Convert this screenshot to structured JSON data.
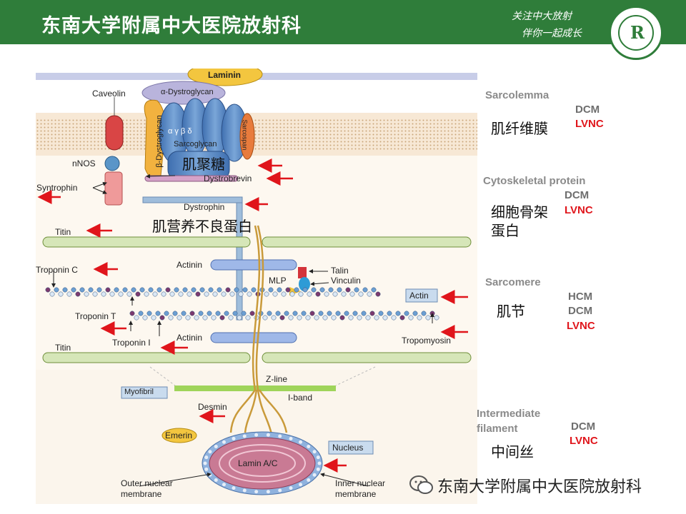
{
  "header": {
    "title": "东南大学附属中大医院放射科",
    "slogan_line1": "关注中大放射",
    "slogan_line2": "伴你一起成长",
    "logo_letter": "R"
  },
  "diagram": {
    "labels": {
      "laminin": "Laminin",
      "caveolin": "Caveolin",
      "alpha_dystroglycan": "α-Dystroglycan",
      "beta_dystroglycan": "β-Dystroglycan",
      "sarcoglycan": "Sarcoglycan",
      "sarcospan": "Sarcospan",
      "greek": "α  γ  β  δ",
      "nnos": "nNOS",
      "syntrophin": "Syntrophin",
      "dystrobrevin": "Dystrobrevin",
      "dystrophin": "Dystrophin",
      "titin_top": "Titin",
      "actinin_top": "Actinin",
      "talin": "Talin",
      "mlp": "MLP",
      "vinculin": "Vinculin",
      "troponin_c": "Troponin C",
      "actin": "Actin",
      "troponin_t": "Troponin T",
      "troponin_i": "Troponin I",
      "actinin_bottom": "Actinin",
      "tropomyosin": "Tropomyosin",
      "titin_bottom": "Titin",
      "z_line": "Z-line",
      "myofibril": "Myofibril",
      "i_band": "I-band",
      "desmin": "Desmin",
      "emerin": "Emerin",
      "nucleus": "Nucleus",
      "lamin": "Lamin A/C",
      "outer_membrane": "Outer nuclear\nmembrane",
      "inner_membrane": "Inner nuclear\nmembrane"
    },
    "cn_labels": {
      "sarcoglycan_cn": "肌聚糖",
      "dystrophin_cn": "肌营养不良蛋白"
    }
  },
  "side_panel": {
    "sections": [
      {
        "heading": "Sarcolemma",
        "cn": "肌纤维膜",
        "codes": [
          "DCM",
          "LVNC"
        ]
      },
      {
        "heading": "Cytoskeletal protein",
        "cn": "细胞骨架\n蛋白",
        "codes": [
          "DCM",
          "LVNC"
        ]
      },
      {
        "heading": "Sarcomere",
        "cn": "肌节",
        "codes": [
          "HCM",
          "DCM",
          "LVNC"
        ]
      },
      {
        "heading": "Intermediate\nfilament",
        "cn": "中间丝",
        "codes": [
          "DCM",
          "LVNC"
        ]
      }
    ]
  },
  "watermark": "东南大学附属中大医院放射科",
  "colors": {
    "header_green": "#2f7d3a",
    "code_grey": "#6e6e6e",
    "code_red": "#e0151b",
    "arrow_red": "#e0151b"
  }
}
